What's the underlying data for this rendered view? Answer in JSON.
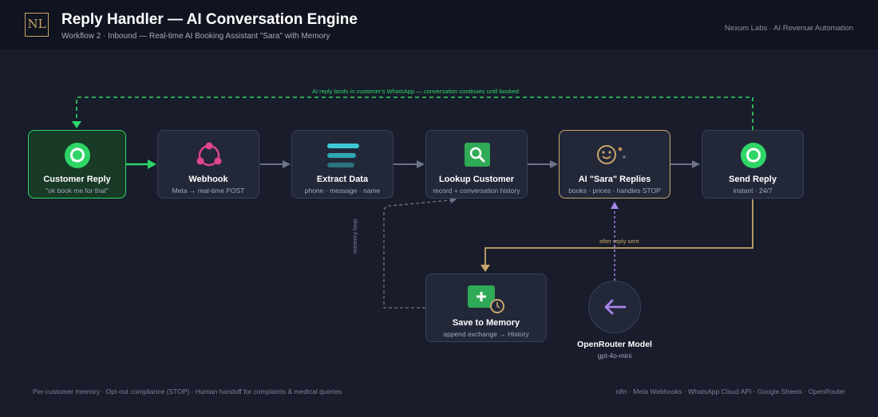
{
  "header": {
    "logo": "NL",
    "title": "Reply Handler — AI Conversation Engine",
    "subtitle": "Workflow 2 · Inbound — Real-time AI Booking Assistant \"Sara\" with Memory",
    "brand": "Nexum Labs · AI Revenue Automation"
  },
  "nodes": {
    "customer_reply": {
      "name": "Customer Reply",
      "sub": "\"ok book me for that\"",
      "icon": "whatsapp-icon"
    },
    "webhook": {
      "name": "Webhook",
      "sub": "Meta → real-time POST",
      "icon": "webhook-icon"
    },
    "extract": {
      "name": "Extract Data",
      "sub": "phone · message · name",
      "icon": "data-bars-icon"
    },
    "lookup": {
      "name": "Lookup Customer",
      "sub": "record + conversation history",
      "icon": "search-icon"
    },
    "ai": {
      "name": "AI \"Sara\" Replies",
      "sub": "books · prices · handles STOP",
      "icon": "ai-face-icon"
    },
    "send": {
      "name": "Send Reply",
      "sub": "instant · 24/7",
      "icon": "whatsapp-icon"
    },
    "memory": {
      "name": "Save to Memory",
      "sub": "append exchange → History",
      "icon": "add-history-icon"
    },
    "openrouter": {
      "name": "OpenRouter Model",
      "sub": "gpt-4o-mini",
      "icon": "arrow-left-icon"
    }
  },
  "edge_labels": {
    "loop": "AI reply lands in customer's WhatsApp — conversation continues until booked",
    "after_reply": "after reply sent",
    "memory_loop": "memory loop"
  },
  "footer": {
    "left": "Per-customer memory · Opt-out compliance (STOP) · Human handoff for complaints & medical queries",
    "right": "n8n · Meta Webhooks · WhatsApp Cloud API · Google Sheets · OpenRouter"
  },
  "colors": {
    "background": "#181c2b",
    "green": "#2fd567",
    "gold": "#c9a66b",
    "purple": "#a884ec",
    "pink": "#e0458f",
    "cyan": "#3ec9d6"
  }
}
